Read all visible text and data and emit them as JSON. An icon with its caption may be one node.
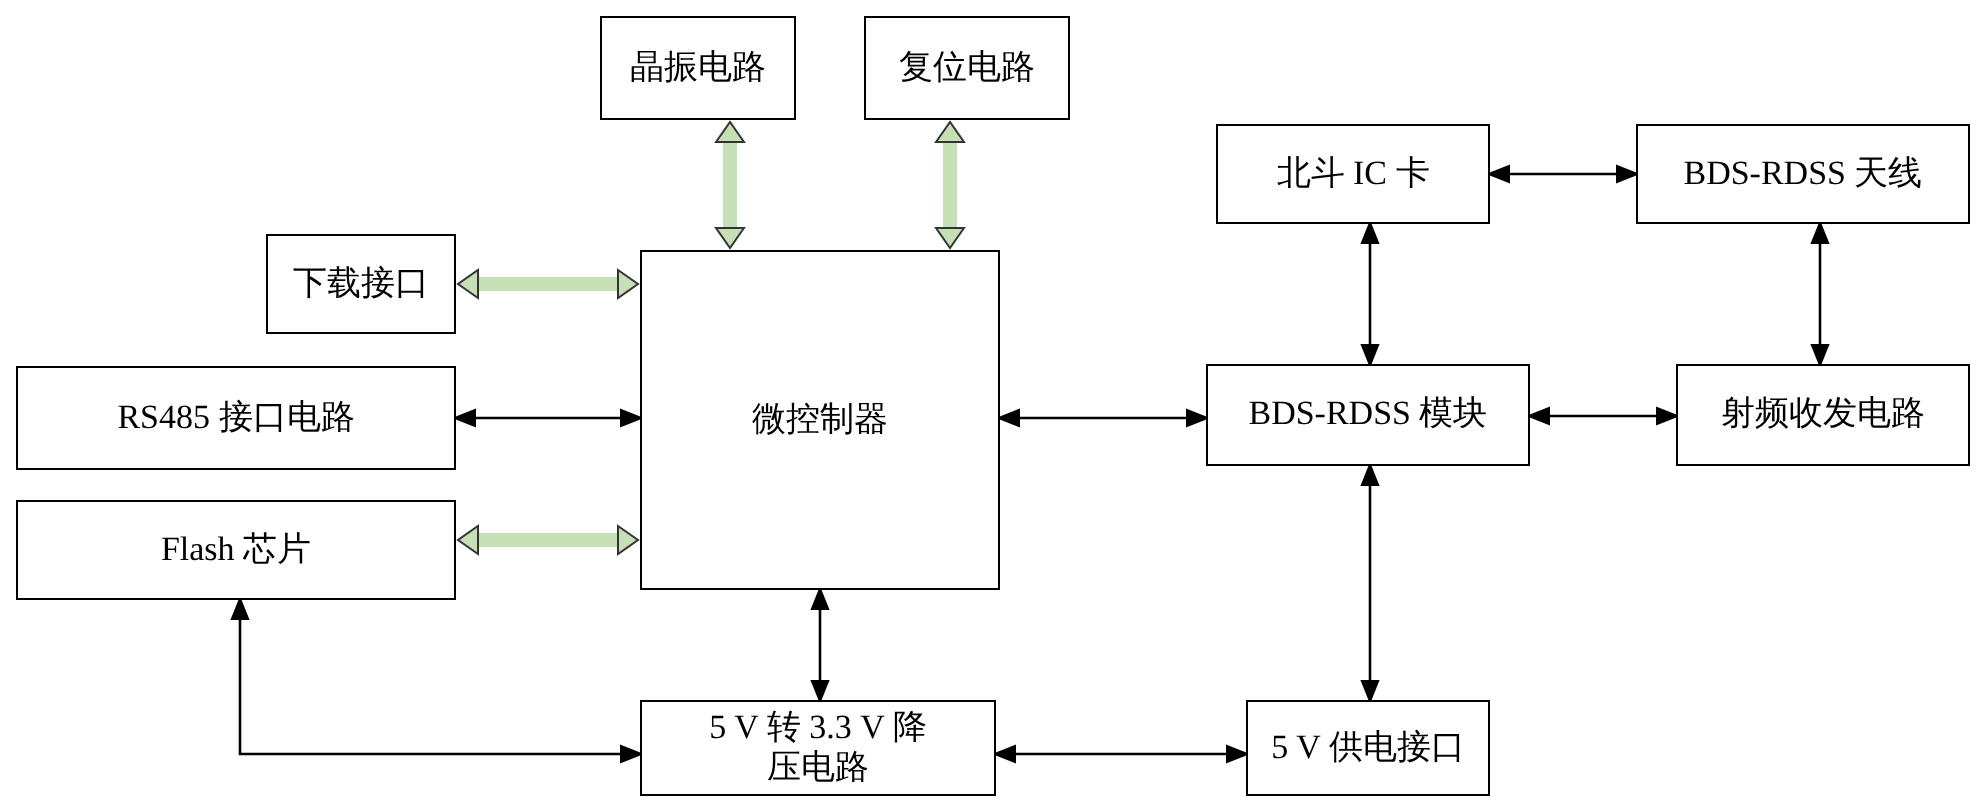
{
  "diagram": {
    "nodes": [
      {
        "text": [
          "晶振电路"
        ]
      },
      {
        "text": [
          "复位电路"
        ]
      },
      {
        "text": [
          "下载接口"
        ]
      },
      {
        "text": [
          "RS485 接口电路"
        ]
      },
      {
        "text": [
          "Flash 芯片"
        ]
      },
      {
        "text": [
          "微控制器"
        ]
      },
      {
        "text": [
          "北斗 IC 卡"
        ]
      },
      {
        "text": [
          "BDS-RDSS 天线"
        ]
      },
      {
        "text": [
          "BDS-RDSS 模块"
        ]
      },
      {
        "text": [
          "射频收发电路"
        ]
      },
      {
        "text": [
          "5 V 转 3.3 V 降压电路"
        ]
      },
      {
        "text": [
          "5 V 供电接口"
        ]
      }
    ],
    "edges": [
      {
        "from": 0,
        "to": 5,
        "arrow": "both",
        "style": "thick",
        "color": "#c5e0b4"
      },
      {
        "from": 1,
        "to": 5,
        "arrow": "both",
        "style": "thick",
        "color": "#c5e0b4"
      },
      {
        "from": 2,
        "to": 5,
        "arrow": "both",
        "style": "thick",
        "color": "#c5e0b4"
      },
      {
        "from": 3,
        "to": 5,
        "arrow": "both"
      },
      {
        "from": 4,
        "to": 5,
        "arrow": "both",
        "style": "thick",
        "color": "#c5e0b4"
      },
      {
        "from": 5,
        "to": 8,
        "arrow": "both"
      },
      {
        "from": 6,
        "to": 7,
        "arrow": "both"
      },
      {
        "from": 6,
        "to": 8,
        "arrow": "both"
      },
      {
        "from": 7,
        "to": 9,
        "arrow": "both"
      },
      {
        "from": 8,
        "to": 9,
        "arrow": "both"
      },
      {
        "from": 8,
        "to": 11,
        "arrow": "both"
      },
      {
        "from": 5,
        "to": 10,
        "arrow": "both"
      },
      {
        "from": 4,
        "to": 10,
        "arrow": "both"
      },
      {
        "from": 10,
        "to": 11,
        "arrow": "both"
      }
    ]
  }
}
